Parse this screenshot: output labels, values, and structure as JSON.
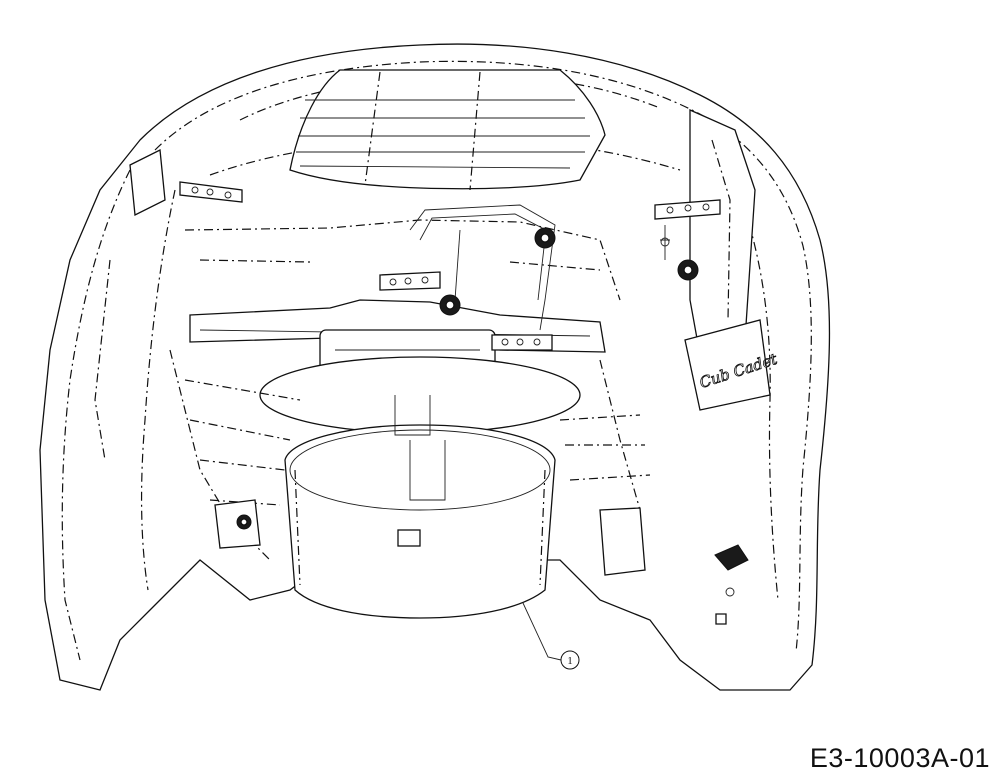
{
  "drawing_code": "E3-10003A-01",
  "callouts": [
    {
      "label": "1"
    }
  ],
  "brand_mark": "Cub Cadet"
}
